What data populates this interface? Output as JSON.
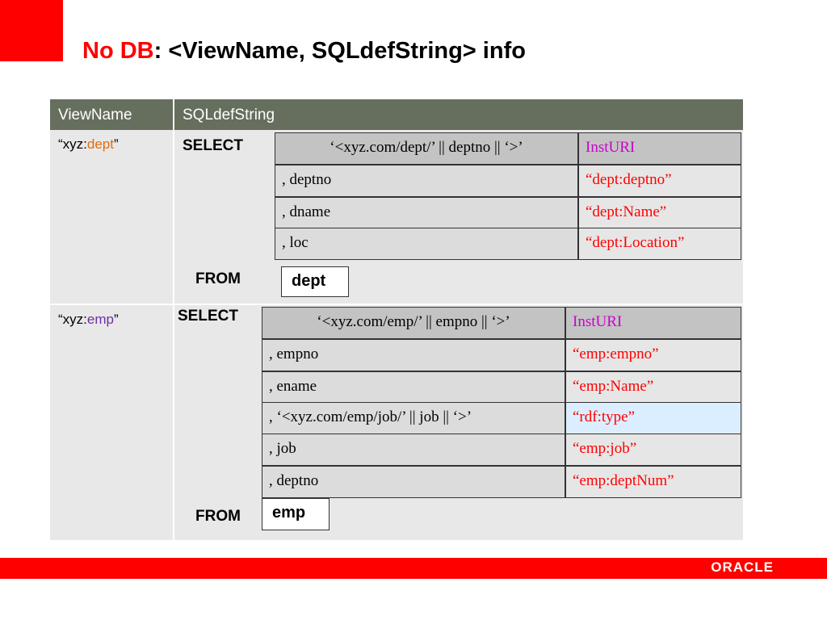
{
  "title": {
    "highlight": "No DB",
    "rest": ": <ViewName, SQLdefString> info"
  },
  "table": {
    "headers": {
      "viewname": "ViewName",
      "sqldef": "SQLdefString"
    },
    "dept": {
      "viewname_prefix": "“xyz:",
      "viewname_name": "dept",
      "viewname_suffix": "”",
      "select_keyword": "SELECT",
      "from_keyword": "FROM",
      "from_table": "dept",
      "rows": [
        {
          "expr": "‘<xyz.com/dept/’ || deptno || ‘>’",
          "prop": "InstURI"
        },
        {
          "expr": ", deptno",
          "prop": "“dept:deptno”"
        },
        {
          "expr": ", dname",
          "prop": "“dept:Name”"
        },
        {
          "expr": ", loc",
          "prop": "“dept:Location”"
        }
      ]
    },
    "emp": {
      "viewname_prefix": "“xyz:",
      "viewname_name": "emp",
      "viewname_suffix": "”",
      "select_keyword": "SELECT",
      "from_keyword": "FROM",
      "from_table": "emp",
      "rows": [
        {
          "expr": "‘<xyz.com/emp/’ || empno || ‘>’",
          "prop": "InstURI"
        },
        {
          "expr": ", empno",
          "prop": "“emp:empno”"
        },
        {
          "expr": ", ename",
          "prop": "“emp:Name”"
        },
        {
          "expr": ", ‘<xyz.com/emp/job/’ || job || ‘>’",
          "prop": "“rdf:type”"
        },
        {
          "expr": ", job",
          "prop": "“emp:job”"
        },
        {
          "expr": ", deptno",
          "prop": "“emp:deptNum”"
        }
      ]
    }
  },
  "footer": {
    "logo": "ORACLE"
  },
  "colors": {
    "accent": "#ff0000",
    "header_bg": "#666f5e",
    "uri_text": "#cc00cc",
    "property_text": "#ff0000",
    "dept_name": "#e36c09",
    "emp_name": "#7030a0",
    "rdf_type_bg": "#dbeeff"
  }
}
